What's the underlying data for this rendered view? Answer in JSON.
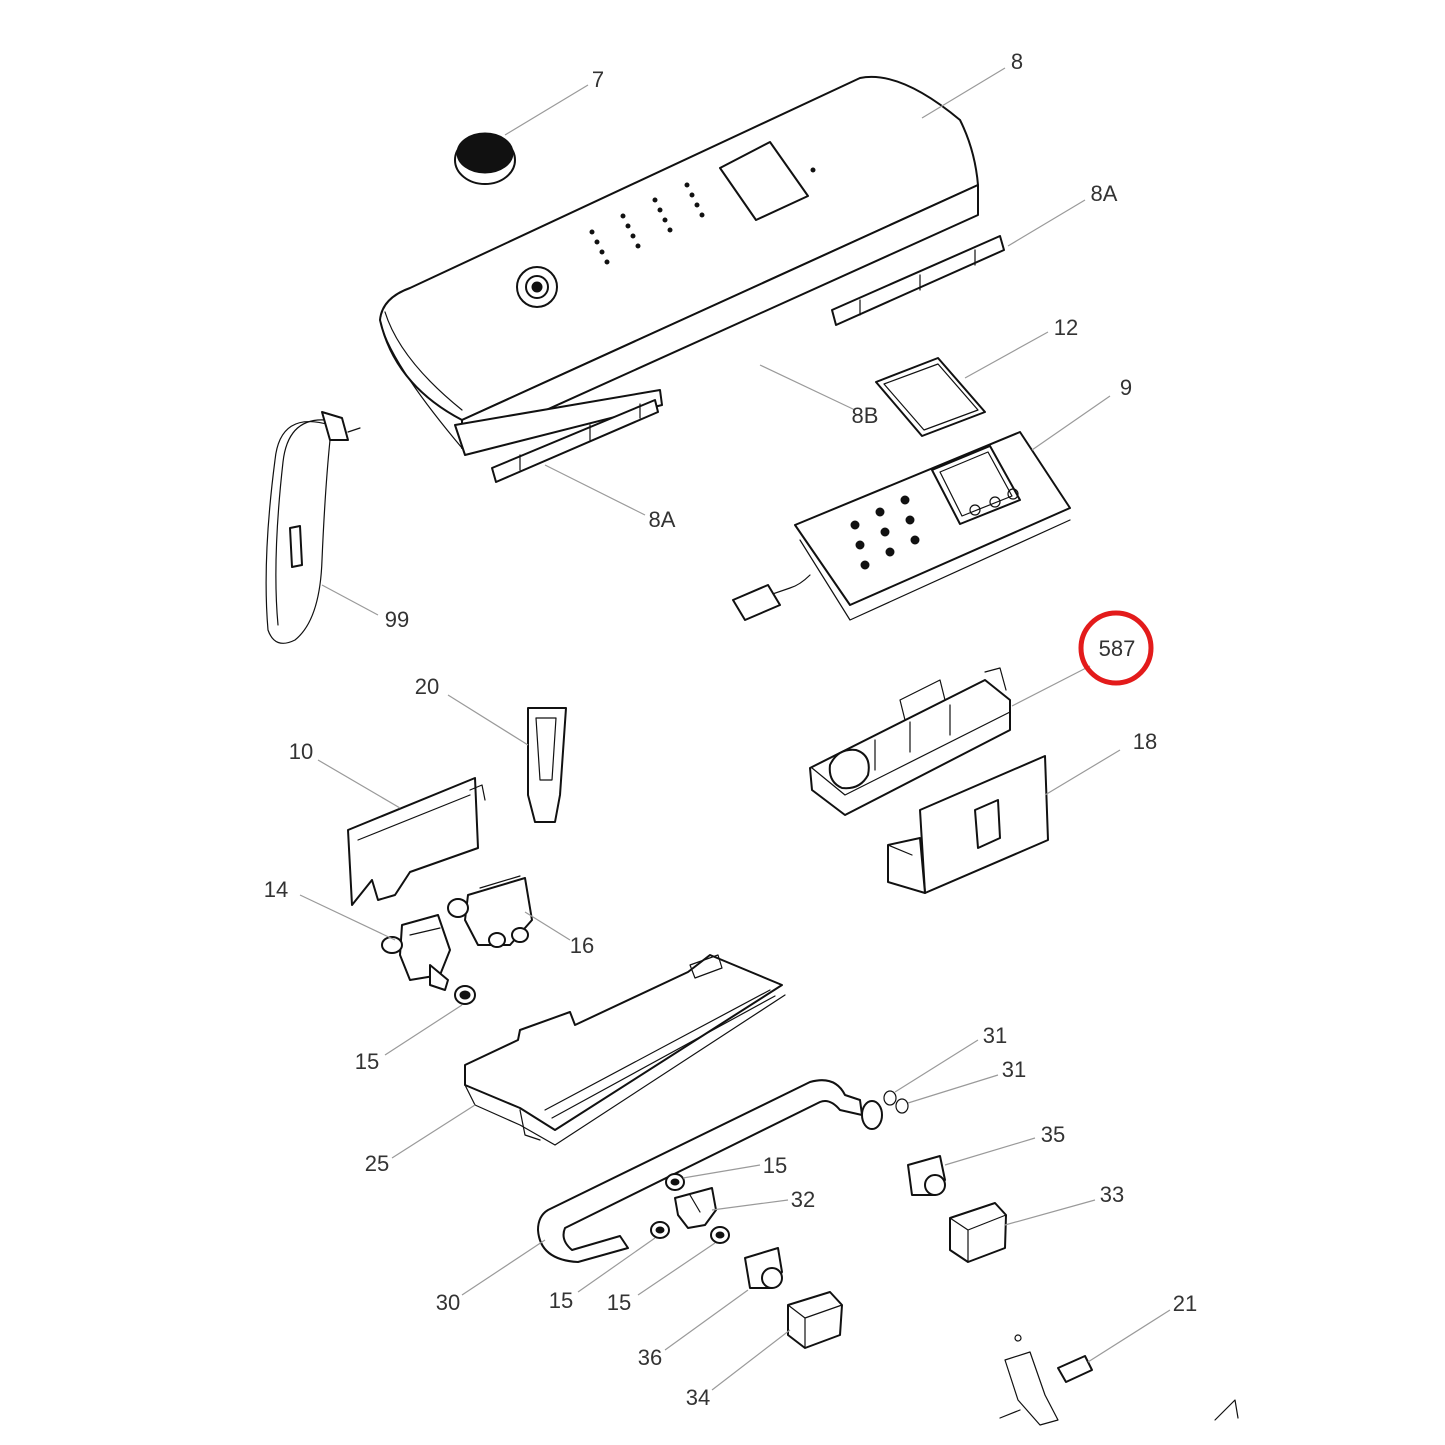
{
  "highlight_color": "#e31b1b",
  "labels": {
    "l7": "7",
    "l8": "8",
    "l8a_top": "8A",
    "l8a_bottom": "8A",
    "l8b": "8B",
    "l12": "12",
    "l9": "9",
    "l99": "99",
    "l587": "587",
    "l18": "18",
    "l20": "20",
    "l10": "10",
    "l14": "14",
    "l16": "16",
    "l15_a": "15",
    "l25": "25",
    "l31_a": "31",
    "l31_b": "31",
    "l35": "35",
    "l15_b": "15",
    "l32": "32",
    "l33": "33",
    "l30": "30",
    "l15_c": "15",
    "l15_d": "15",
    "l36": "36",
    "l21": "21",
    "l34": "34"
  }
}
